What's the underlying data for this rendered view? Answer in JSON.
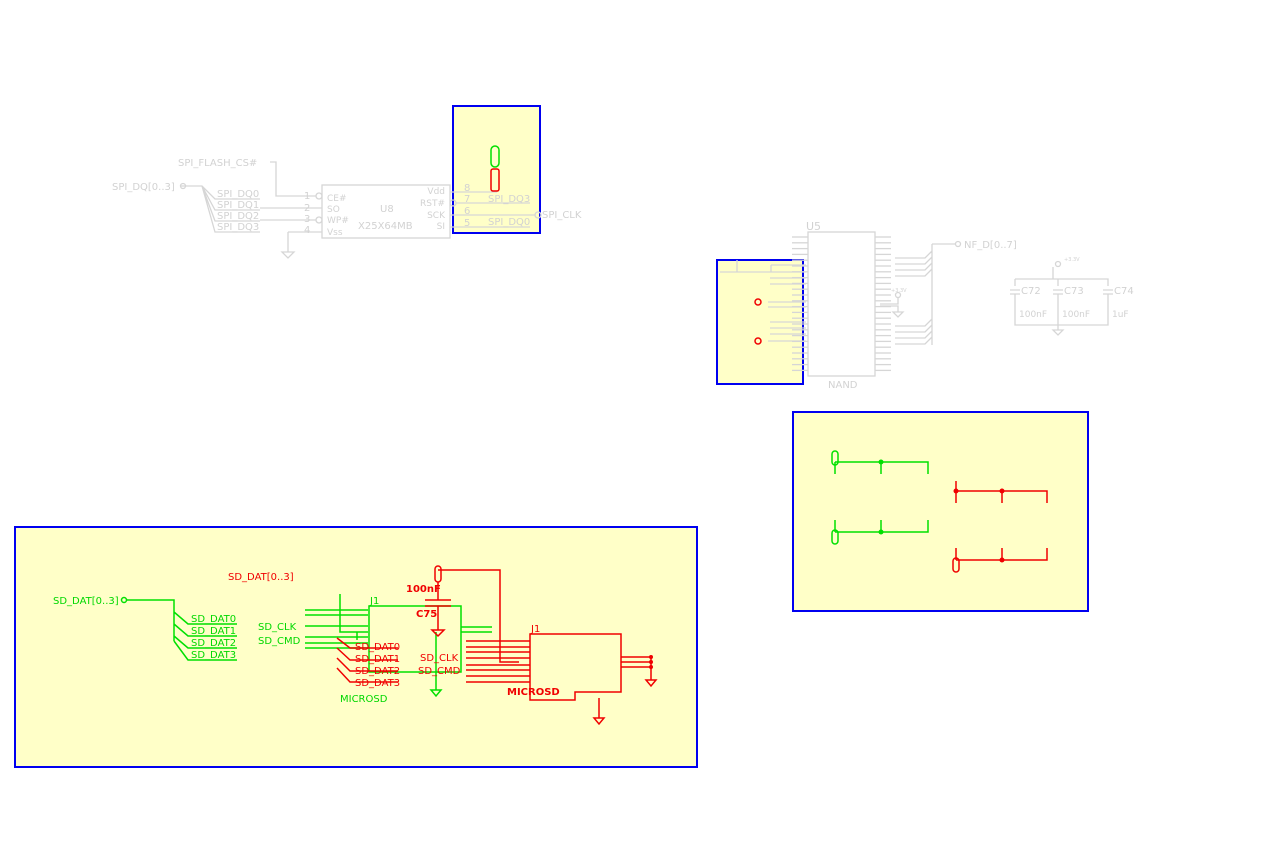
{
  "spi_flash": {
    "cs_label": "SPI_FLASH_CS#",
    "bus_label": "SPI_DQ[0..3]",
    "bus_members": [
      "SPI_DQ0",
      "SPI_DQ1",
      "SPI_DQ2",
      "SPI_DQ3"
    ],
    "left_pin_numbers": [
      "1",
      "2",
      "3",
      "4"
    ],
    "left_pin_names": [
      "CE#",
      "SO",
      "WP#",
      "Vss"
    ],
    "right_pin_numbers": [
      "8",
      "7",
      "6",
      "5"
    ],
    "right_pin_names": [
      "Vdd",
      "RST#",
      "SCK",
      "SI"
    ],
    "ref": "U8",
    "value": "X25X64MB",
    "net_dq3": "SPI_DQ3",
    "net_dq0": "SPI_DQ0",
    "clk_label": "SPI_CLK"
  },
  "nand": {
    "ref": "U5",
    "value": "NAND",
    "bus_label": "NF_D[0..7]",
    "power_label": "+3.3V",
    "caps": [
      {
        "ref": "C72",
        "value": "100nF"
      },
      {
        "ref": "C73",
        "value": "100nF"
      },
      {
        "ref": "C74",
        "value": "1uF"
      }
    ],
    "cap_power": "+3.3V"
  },
  "sd": {
    "bus_label": "SD_DAT[0..3]",
    "bus_members": [
      "SD_DAT0",
      "SD_DAT1",
      "SD_DAT2",
      "SD_DAT3"
    ],
    "dragged_bus_label": "SD_DAT[0..3]",
    "clk_label": "SD_CLK",
    "cmd_label": "SD_CMD",
    "ghost_members": [
      "SD_DAT0",
      "SD_DAT1",
      "SD_DAT2",
      "SD_DAT3"
    ],
    "ghost_clk": "SD_CLK",
    "ghost_cmd": "SD_CMD",
    "ghost_value": "MICROSD",
    "cap_ref": "C75",
    "cap_value": "100nF",
    "connector_ref_ghost": "J1",
    "connector_ref": "J1",
    "connector_value": "MICROSD"
  }
}
